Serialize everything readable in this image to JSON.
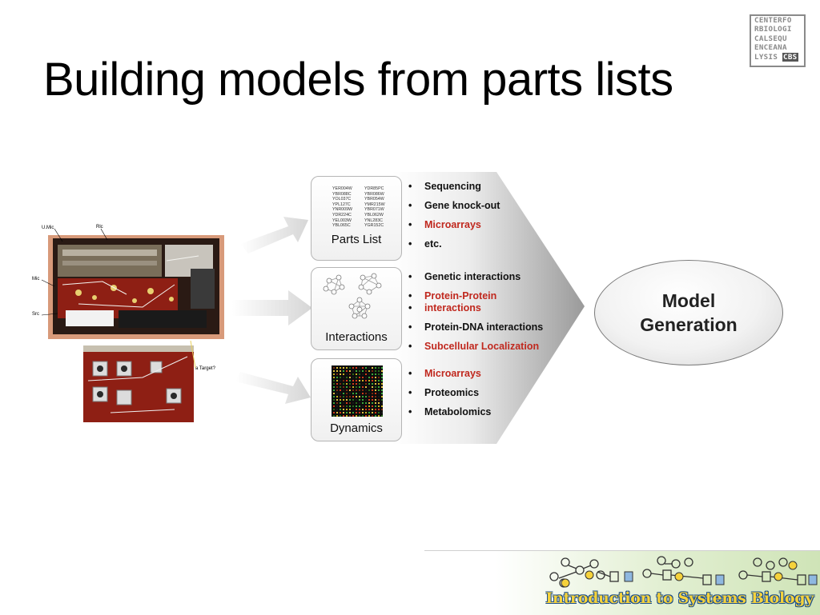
{
  "slide": {
    "title": "Building models from parts lists"
  },
  "logo": {
    "lines": [
      "CENTERFO",
      "RBIOLOGI",
      "CALSEQU",
      "ENCEANA",
      "LYSIS"
    ],
    "abbr": "CBS"
  },
  "photo": {
    "labels": [
      "U.Mic",
      "Rlc",
      "Mic",
      "Src",
      "a Target?"
    ]
  },
  "diagram": {
    "parts_list": {
      "label": "Parts List",
      "genes_col1": [
        "YER004W",
        "YBR088C",
        "YOL037C",
        "YPL127C",
        "YNR009W",
        "YDR224C",
        "YEL003W",
        "YBL065C"
      ],
      "genes_col2": [
        "YDR85PC",
        "YBR086W",
        "YBR054W",
        "YMR215W",
        "YBR071W",
        "YBL062W",
        "YNL283C",
        "YGR152C"
      ],
      "bullets": [
        {
          "text": "Sequencing",
          "red": false
        },
        {
          "text": "Gene knock-out",
          "red": false
        },
        {
          "text": "Microarrays",
          "red": true
        },
        {
          "text": "etc.",
          "red": false
        }
      ]
    },
    "interactions": {
      "label": "Interactions",
      "bullets": [
        {
          "text": "Genetic interactions",
          "red": false
        },
        {
          "text": "Protein-Protein",
          "red": true
        },
        {
          "text": "interactions",
          "red": true
        },
        {
          "text": "Protein-DNA interactions",
          "red": false
        },
        {
          "text": "Subcellular Localization",
          "red": true
        }
      ]
    },
    "dynamics": {
      "label": "Dynamics",
      "bullets": [
        {
          "text": "Microarrays",
          "red": true
        },
        {
          "text": "Proteomics",
          "red": false
        },
        {
          "text": "Metabolomics",
          "red": false
        }
      ]
    },
    "model": {
      "line1": "Model",
      "line2": "Generation"
    }
  },
  "footer": {
    "banner_text": "Introduction to Systems Biology"
  }
}
